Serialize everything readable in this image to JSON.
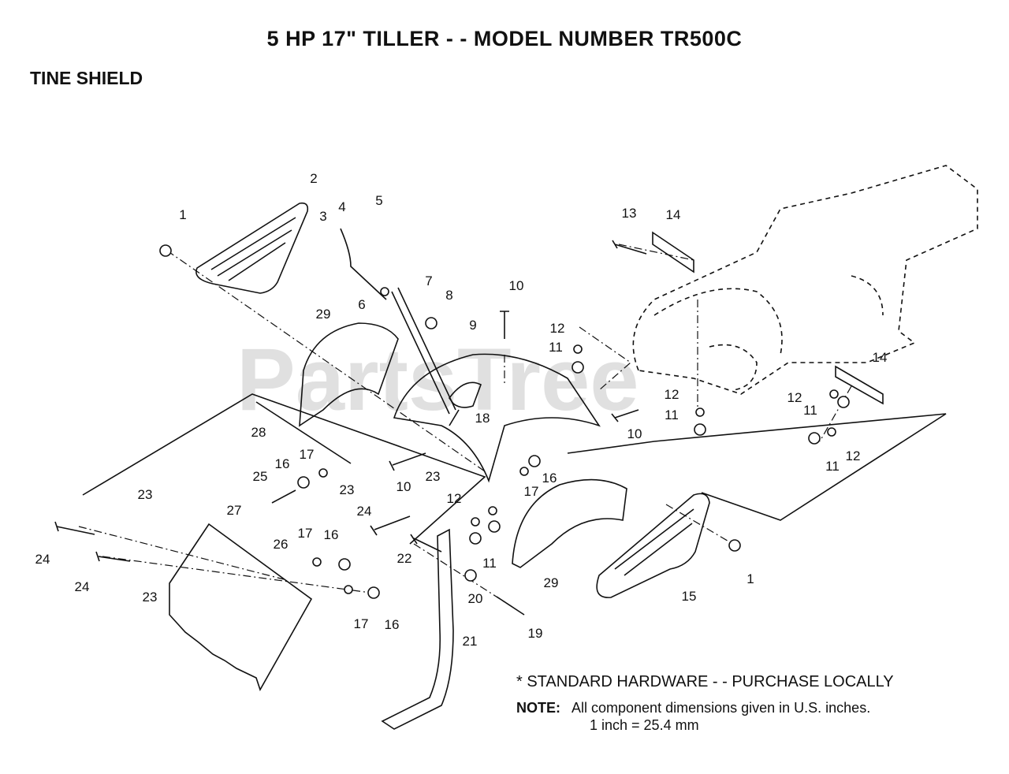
{
  "title": "5 HP 17\" TILLER - - MODEL NUMBER TR500C",
  "subtitle": "TINE SHIELD",
  "watermark": "PartsTree",
  "standard_hardware": "* STANDARD HARDWARE - - PURCHASE LOCALLY",
  "note": {
    "label": "NOTE:",
    "line1": "All component dimensions given in U.S. inches.",
    "line2": "1 inch = 25.4 mm"
  },
  "callouts": [
    "1",
    "2",
    "3",
    "4",
    "5",
    "6",
    "7",
    "8",
    "29",
    "10",
    "9",
    "12",
    "11",
    "18",
    "13",
    "14",
    "14",
    "12",
    "12",
    "11",
    "11",
    "10",
    "11",
    "12",
    "28",
    "17",
    "16",
    "25",
    "23",
    "10",
    "23",
    "24",
    "12",
    "16",
    "17",
    "23",
    "27",
    "24",
    "24",
    "26",
    "17",
    "16",
    "22",
    "11",
    "29",
    "1",
    "15",
    "23",
    "17",
    "16",
    "20",
    "19",
    "21"
  ]
}
